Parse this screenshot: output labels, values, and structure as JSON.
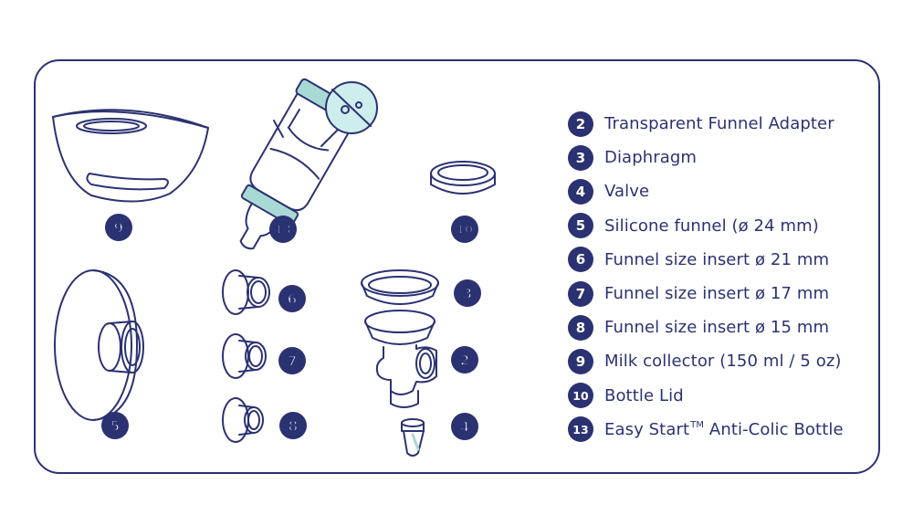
{
  "colors": {
    "ink": "#2b3272",
    "accent": "#a9d9d4",
    "accent_light": "#cdeeed"
  },
  "diagram_badges": {
    "b9": "9",
    "b13": "13",
    "b10": "10",
    "b5": "5",
    "b6": "6",
    "b7": "7",
    "b8": "8",
    "b3": "3",
    "b2": "2",
    "b4": "4"
  },
  "legend": [
    {
      "num": "2",
      "label": "Transparent Funnel Adapter"
    },
    {
      "num": "3",
      "label": "Diaphragm"
    },
    {
      "num": "4",
      "label": "Valve"
    },
    {
      "num": "5",
      "label": "Silicone funnel (ø 24 mm)"
    },
    {
      "num": "6",
      "label": "Funnel size insert ø 21 mm"
    },
    {
      "num": "7",
      "label": "Funnel size insert ø 17 mm"
    },
    {
      "num": "8",
      "label": "Funnel size insert ø 15 mm"
    },
    {
      "num": "9",
      "label": "Milk collector (150 ml / 5 oz)"
    },
    {
      "num": "10",
      "label": "Bottle Lid"
    },
    {
      "num": "13",
      "label": "Easy Start",
      "suffix": "TM",
      "label_rest": " Anti-Colic Bottle"
    }
  ]
}
